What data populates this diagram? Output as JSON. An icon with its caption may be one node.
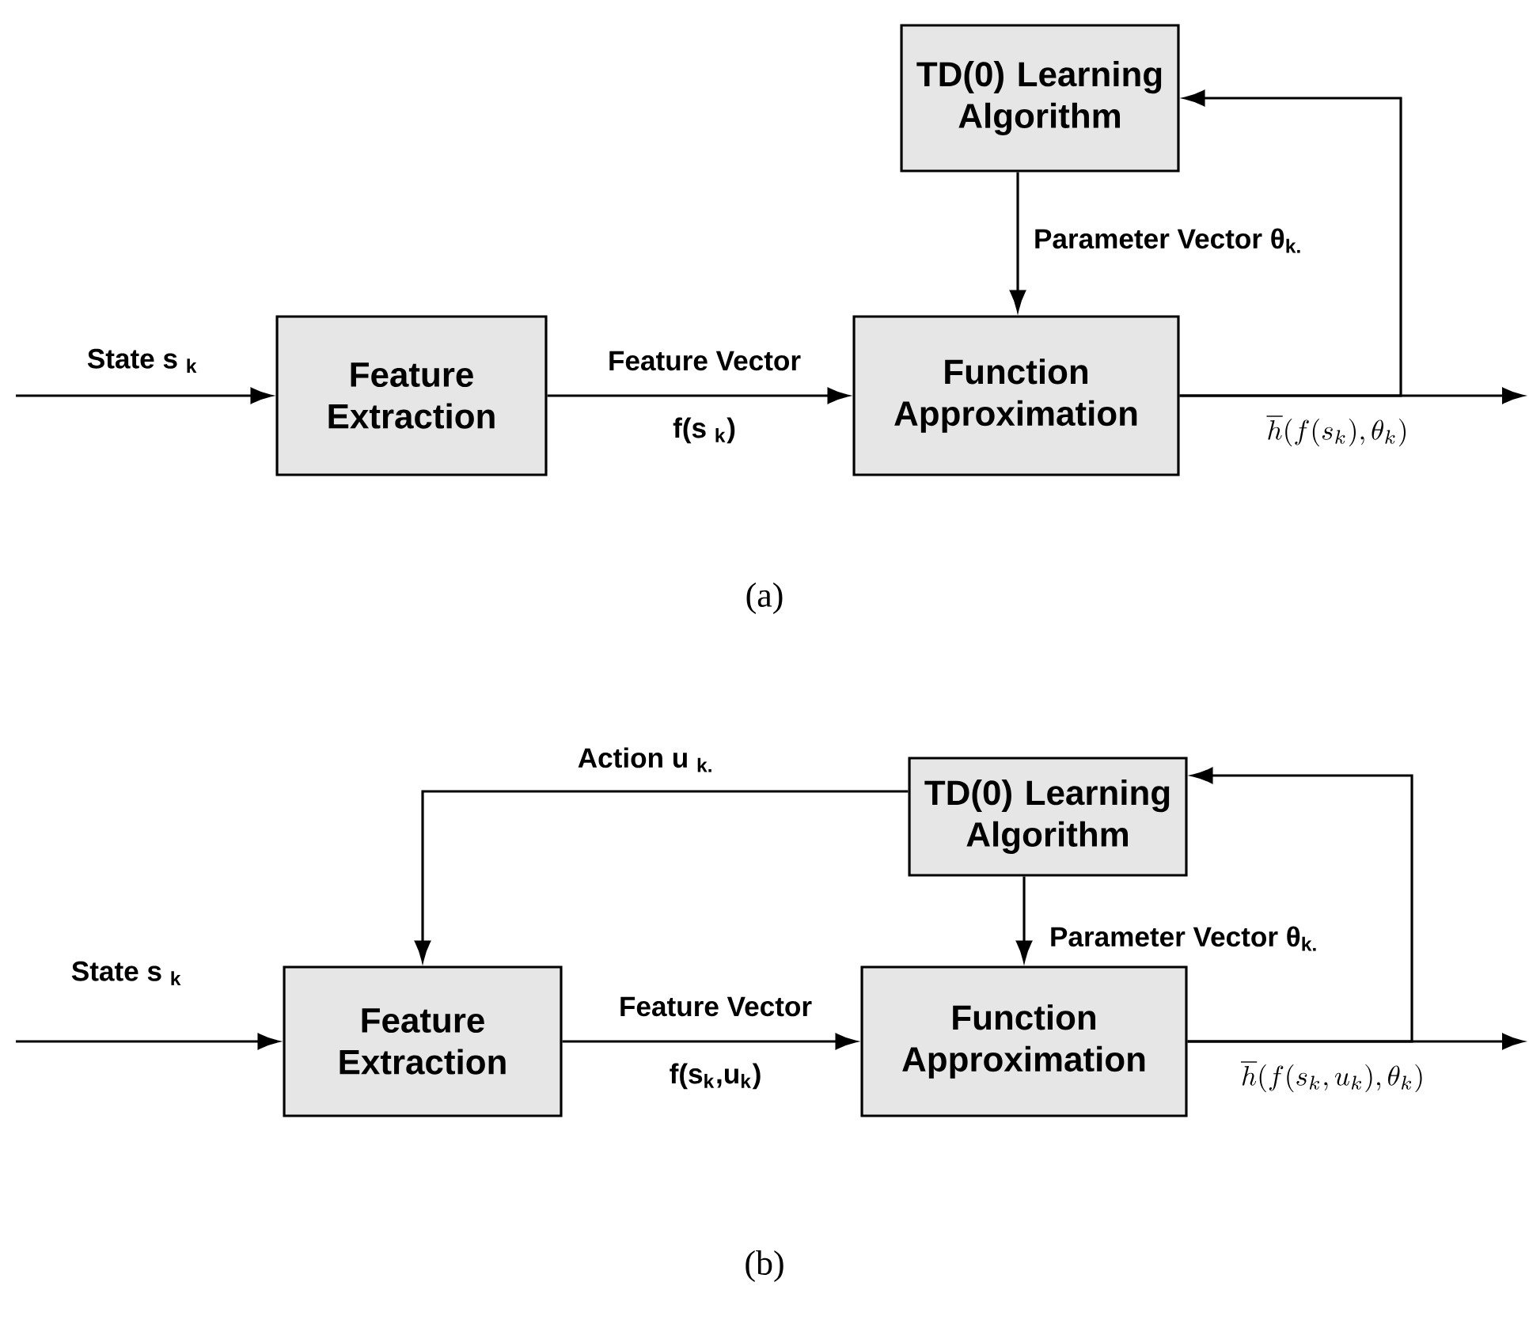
{
  "diagram": {
    "nodes": [
      {
        "text": [
          "TD(0) Learning Algorithm"
        ]
      },
      {
        "text": [
          "Feature Extraction"
        ]
      },
      {
        "text": [
          "Function Approximation"
        ]
      },
      {
        "text": [
          "TD(0) Learning Algorithm"
        ]
      },
      {
        "text": [
          "Feature Extraction"
        ]
      },
      {
        "text": [
          "Function Approximation"
        ]
      }
    ],
    "edges": [
      {
        "from": null,
        "to": 1,
        "arrow": "to",
        "label": "State s $_{k}$"
      },
      {
        "from": 1,
        "to": 2,
        "arrow": "to",
        "label": "Feature Vector"
      },
      {
        "from": 0,
        "to": 2,
        "arrow": "to",
        "label": "Parameter Vector   θ$_{k.}$"
      },
      {
        "from": 2,
        "to": null,
        "arrow": "to",
        "label": "\\overline{h}(f(s_{k}),\\theta_{k})"
      },
      {
        "from": 2,
        "to": 0,
        "arrow": "to"
      },
      {
        "from": null,
        "to": 4,
        "arrow": "to",
        "label": "State s $_{k}$"
      },
      {
        "from": 3,
        "to": 4,
        "arrow": "to",
        "label": "Action u $_{k.}$"
      },
      {
        "from": 4,
        "to": 5,
        "arrow": "to",
        "label": "Feature Vector"
      },
      {
        "from": 3,
        "to": 5,
        "arrow": "to",
        "label": "Parameter Vector   θ$_{k.}$"
      },
      {
        "from": 5,
        "to": null,
        "arrow": "to",
        "label": "\\overline{h}(f(s_{k},u_{k}),\\theta_{k})"
      },
      {
        "from": 5,
        "to": 3,
        "arrow": "to"
      }
    ],
    "labels": [
      "f(s $_{k}$)",
      "(a)",
      "f(s$_{k}$,u$_{k}$)",
      "(b)"
    ]
  }
}
